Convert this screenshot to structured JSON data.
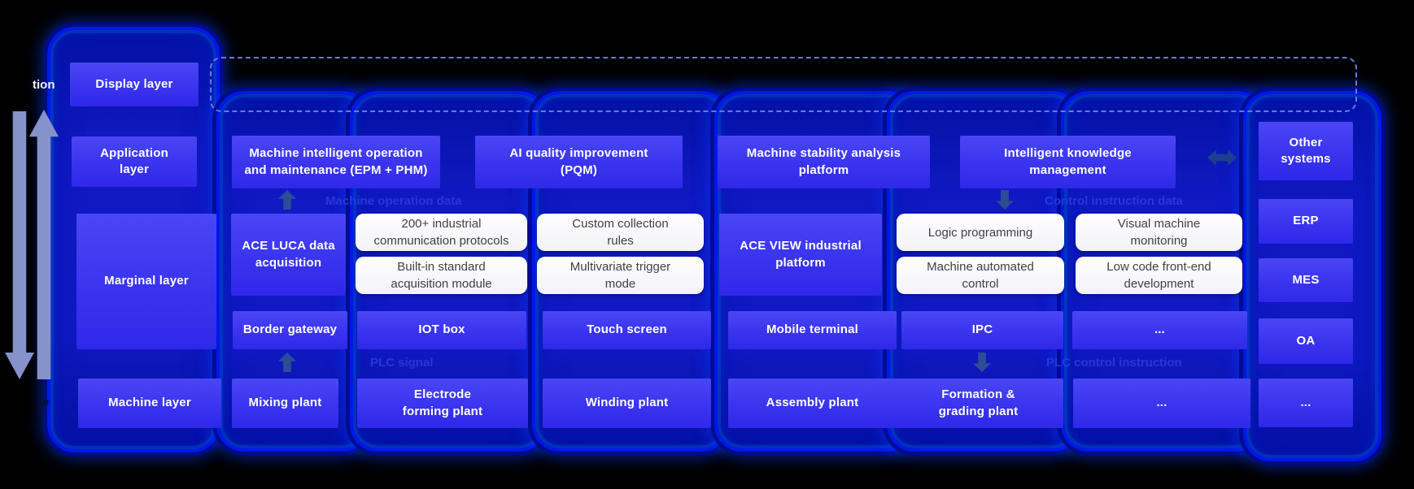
{
  "colors": {
    "background": "#000000",
    "pod_border_blue": "#0117ea",
    "pod_fill_blue": "#1019c2",
    "box_blue": "#3a34ef",
    "card_white": "#ffffff",
    "flow_label_blue": "#2837d6",
    "dashed_border": "#6a79dd",
    "side_arrow_gray": "#8692ca",
    "text_white": "#ffffff",
    "card_text_gray": "#3f3f49"
  },
  "left_rail": {
    "fragment_top": "tion",
    "fragment_bottom": "e"
  },
  "layer_labels": [
    "Display layer",
    "Application layer",
    "Marginal layer",
    "Machine layer"
  ],
  "application_boxes": [
    "Machine intelligent operation and maintenance (EPM + PHM)",
    "AI quality improvement (PQM)",
    "Machine stability analysis platform",
    "Intelligent knowledge management"
  ],
  "flow_labels": {
    "machine_operation_data": "Machine operation data",
    "control_instruction_data": "Control instruction data",
    "plc_signal": "PLC signal",
    "plc_control_instruction": "PLC control instruction"
  },
  "acquisition": {
    "ace_luca": "ACE LUCA data acquisition",
    "luca_features": [
      "200+ industrial communication protocols",
      "Built-in standard acquisition module",
      "Custom collection rules",
      "Multivariate trigger mode"
    ],
    "ace_view": "ACE VIEW industrial platform",
    "view_features": [
      "Logic programming",
      "Machine automated control",
      "Visual machine monitoring",
      "Low code front-end development"
    ]
  },
  "gateway_row": [
    "Border gateway",
    "IOT box",
    "Touch screen",
    "Mobile terminal",
    "IPC",
    "..."
  ],
  "machine_row": [
    "Mixing plant",
    "Electrode forming plant",
    "Winding plant",
    "Assembly plant",
    "Formation & grading plant",
    "..."
  ],
  "external_systems": [
    "Other systems",
    "ERP",
    "MES",
    "OA",
    "..."
  ]
}
